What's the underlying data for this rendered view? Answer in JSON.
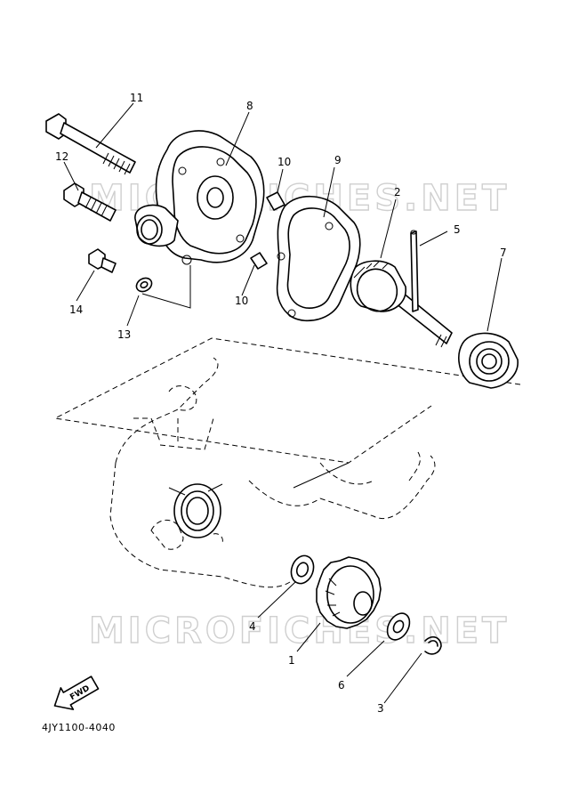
{
  "watermark": "MICROFICHES.NET",
  "fwd_label": "FWD",
  "diagram_code": "4JY1100-4040",
  "callouts": {
    "c1": "1",
    "c2": "2",
    "c3": "3",
    "c4": "4",
    "c5": "5",
    "c6": "6",
    "c7": "7",
    "c8": "8",
    "c9": "9",
    "c10a": "10",
    "c10b": "10",
    "c11": "11",
    "c12": "12",
    "c13": "13",
    "c14": "14"
  }
}
